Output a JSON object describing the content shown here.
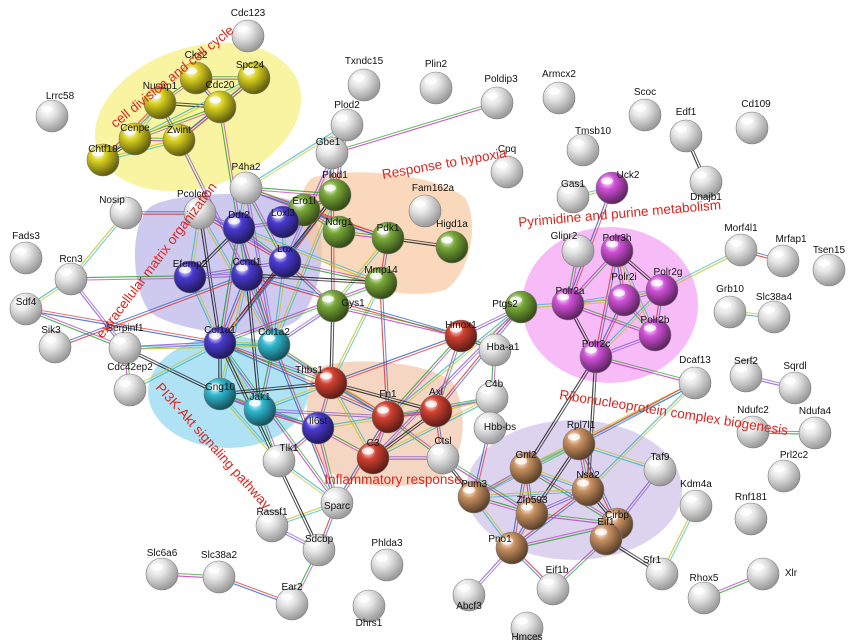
{
  "clusters": [
    {
      "label": "cell division and cell cycle",
      "color": "#f5f07a"
    },
    {
      "label": "extracellular matrix organization",
      "color": "#b9b4e8"
    },
    {
      "label": "Response to hypoxia",
      "color": "#f8c8a0"
    },
    {
      "label": "Pyrimidine and purine metabolism",
      "color": "#f3a0f3"
    },
    {
      "label": "PI3K-Akt signaling pathway",
      "color": "#8fd6f2"
    },
    {
      "label": "Inflammatory response",
      "color": "#f0c4a8"
    },
    {
      "label": "Ribonucleoprotein complex biogenesis",
      "color": "#cfc0e8"
    }
  ],
  "colors": {
    "yellow": "#d8d020",
    "purple": "#4a3ad0",
    "green": "#78a838",
    "magenta": "#d050d8",
    "cyan": "#30b8d0",
    "red": "#d04030",
    "tan": "#c89060",
    "white": "#e8e8e8"
  },
  "nodes": [
    {
      "id": "Cks2",
      "label": "Cks2",
      "color": "yellow"
    },
    {
      "id": "Nusap1",
      "label": "Nusap1",
      "color": "yellow"
    },
    {
      "id": "Cdc20",
      "label": "Cdc20",
      "color": "yellow"
    },
    {
      "id": "Spc24",
      "label": "Spc24",
      "color": "yellow"
    },
    {
      "id": "Cenpe",
      "label": "Cenpe",
      "color": "yellow"
    },
    {
      "id": "Zwint",
      "label": "Zwint",
      "color": "yellow"
    },
    {
      "id": "Chtf18",
      "label": "Chtf18",
      "color": "yellow"
    },
    {
      "id": "Cdc123",
      "label": "Cdc123",
      "color": "white"
    },
    {
      "id": "Lrrc58",
      "label": "Lrrc58",
      "color": "white"
    },
    {
      "id": "Txndc15",
      "label": "Txndc15",
      "color": "white"
    },
    {
      "id": "Plin2",
      "label": "Plin2",
      "color": "white"
    },
    {
      "id": "Poldip3",
      "label": "Poldip3",
      "color": "white"
    },
    {
      "id": "Armcx2",
      "label": "Armcx2",
      "color": "white"
    },
    {
      "id": "Scoc",
      "label": "Scoc",
      "color": "white"
    },
    {
      "id": "Edf1",
      "label": "Edf1",
      "color": "white"
    },
    {
      "id": "Cd109",
      "label": "Cd109",
      "color": "white"
    },
    {
      "id": "Dnajb1",
      "label": "Dnajb1",
      "color": "white"
    },
    {
      "id": "Tmsb10",
      "label": "Tmsb10",
      "color": "white"
    },
    {
      "id": "Cpq",
      "label": "Cpq",
      "color": "white"
    },
    {
      "id": "Gas1",
      "label": "Gas1",
      "color": "white"
    },
    {
      "id": "Uck2",
      "label": "Uck2",
      "color": "magenta"
    },
    {
      "id": "Plod2",
      "label": "Plod2",
      "color": "white"
    },
    {
      "id": "Gbe1",
      "label": "Gbe1",
      "color": "white"
    },
    {
      "id": "Plod1",
      "label": "Plod1",
      "color": "green"
    },
    {
      "id": "P4ha2",
      "label": "P4ha2",
      "color": "white"
    },
    {
      "id": "Pcolce",
      "label": "Pcolce",
      "color": "white"
    },
    {
      "id": "Ero1l",
      "label": "Ero1l",
      "color": "green"
    },
    {
      "id": "Ndrg1",
      "label": "Ndrg1",
      "color": "green"
    },
    {
      "id": "Fam162a",
      "label": "Fam162a",
      "color": "white"
    },
    {
      "id": "Pdk1",
      "label": "Pdk1",
      "color": "green"
    },
    {
      "id": "Higd1a",
      "label": "Higd1a",
      "color": "green"
    },
    {
      "id": "Loxl3",
      "label": "Loxl3",
      "color": "purple"
    },
    {
      "id": "Ddr2",
      "label": "Ddr2",
      "color": "purple"
    },
    {
      "id": "Lox",
      "label": "Lox",
      "color": "purple"
    },
    {
      "id": "Mmp14",
      "label": "Mmp14",
      "color": "green"
    },
    {
      "id": "Nosip",
      "label": "Nosip",
      "color": "white"
    },
    {
      "id": "Fads3",
      "label": "Fads3",
      "color": "white"
    },
    {
      "id": "Rcn3",
      "label": "Rcn3",
      "color": "white"
    },
    {
      "id": "Efemp2",
      "label": "Efemp2",
      "color": "purple"
    },
    {
      "id": "Ccnd1",
      "label": "Ccnd1",
      "color": "purple"
    },
    {
      "id": "Gys1",
      "label": "Gys1",
      "color": "green"
    },
    {
      "id": "Sdf4",
      "label": "Sdf4",
      "color": "white"
    },
    {
      "id": "Serpinf1",
      "label": "Serpinf1",
      "color": "white"
    },
    {
      "id": "Col1a1",
      "label": "Col1a1",
      "color": "purple"
    },
    {
      "id": "Col1a2",
      "label": "Col1a2",
      "color": "cyan"
    },
    {
      "id": "Sik3",
      "label": "Sik3",
      "color": "white"
    },
    {
      "id": "Cdc42ep2",
      "label": "Cdc42ep2",
      "color": "white"
    },
    {
      "id": "Hmox1",
      "label": "Hmox1",
      "color": "red"
    },
    {
      "id": "Ptgs2",
      "label": "Ptgs2",
      "color": "green"
    },
    {
      "id": "Glipr2",
      "label": "Glipr2",
      "color": "white"
    },
    {
      "id": "Polr3h",
      "label": "Polr3h",
      "color": "magenta"
    },
    {
      "id": "Polr2i",
      "label": "Polr2i",
      "color": "magenta"
    },
    {
      "id": "Polr2a",
      "label": "Polr2a",
      "color": "magenta"
    },
    {
      "id": "Polr2g",
      "label": "Polr2g",
      "color": "magenta"
    },
    {
      "id": "Polr2b",
      "label": "Polr2b",
      "color": "magenta"
    },
    {
      "id": "Polr2c",
      "label": "Polr2c",
      "color": "magenta"
    },
    {
      "id": "Morf4l1",
      "label": "Morf4l1",
      "color": "white"
    },
    {
      "id": "Mrfap1",
      "label": "Mrfap1",
      "color": "white"
    },
    {
      "id": "Tsen15",
      "label": "Tsen15",
      "color": "white"
    },
    {
      "id": "Grb10",
      "label": "Grb10",
      "color": "white"
    },
    {
      "id": "Slc38a4",
      "label": "Slc38a4",
      "color": "white"
    },
    {
      "id": "Serf2",
      "label": "Serf2",
      "color": "white"
    },
    {
      "id": "Sqrdl",
      "label": "Sqrdl",
      "color": "white"
    },
    {
      "id": "Gng10",
      "label": "Gng10",
      "color": "cyan"
    },
    {
      "id": "Jak1",
      "label": "Jak1",
      "color": "cyan"
    },
    {
      "id": "Thbs1",
      "label": "Thbs1",
      "color": "red"
    },
    {
      "id": "Fn1",
      "label": "Fn1",
      "color": "red"
    },
    {
      "id": "Axl",
      "label": "Axl",
      "color": "red"
    },
    {
      "id": "Hba-a1",
      "label": "Hba-a1",
      "color": "white"
    },
    {
      "id": "C4b",
      "label": "C4b",
      "color": "white"
    },
    {
      "id": "Hbb-bs",
      "label": "Hbb-bs",
      "color": "white"
    },
    {
      "id": "Il6st",
      "label": "Il6st",
      "color": "purple"
    },
    {
      "id": "C3",
      "label": "C3",
      "color": "red"
    },
    {
      "id": "Ctsl",
      "label": "Ctsl",
      "color": "white"
    },
    {
      "id": "Tlk1",
      "label": "Tlk1",
      "color": "white"
    },
    {
      "id": "Dcaf13",
      "label": "Dcaf13",
      "color": "white"
    },
    {
      "id": "Ndufc2",
      "label": "Ndufc2",
      "color": "white"
    },
    {
      "id": "Ndufa4",
      "label": "Ndufa4",
      "color": "white"
    },
    {
      "id": "Gnl2",
      "label": "Gnl2",
      "color": "tan"
    },
    {
      "id": "Rpl7l1",
      "label": "Rpl7l1",
      "color": "tan"
    },
    {
      "id": "Taf9",
      "label": "Taf9",
      "color": "white"
    },
    {
      "id": "Pum3",
      "label": "Pum3",
      "color": "tan"
    },
    {
      "id": "Zfp593",
      "label": "Zfp593",
      "color": "tan"
    },
    {
      "id": "Nsa2",
      "label": "Nsa2",
      "color": "tan"
    },
    {
      "id": "Cirbp",
      "label": "Cirbp",
      "color": "tan"
    },
    {
      "id": "Prl2c2",
      "label": "Prl2c2",
      "color": "white"
    },
    {
      "id": "Kdm4a",
      "label": "Kdm4a",
      "color": "white"
    },
    {
      "id": "Rnf181",
      "label": "Rnf181",
      "color": "white"
    },
    {
      "id": "Rassf1",
      "label": "Rassf1",
      "color": "white"
    },
    {
      "id": "Sparc",
      "label": "Sparc",
      "color": "white"
    },
    {
      "id": "Sdcbp",
      "label": "Sdcbp",
      "color": "white"
    },
    {
      "id": "Pno1",
      "label": "Pno1",
      "color": "tan"
    },
    {
      "id": "Eif1",
      "label": "Eif1",
      "color": "tan"
    },
    {
      "id": "Sfr1",
      "label": "Sfr1",
      "color": "white"
    },
    {
      "id": "Xlr",
      "label": "Xlr",
      "color": "white"
    },
    {
      "id": "Slc6a6",
      "label": "Slc6a6",
      "color": "white"
    },
    {
      "id": "Slc38a2",
      "label": "Slc38a2",
      "color": "white"
    },
    {
      "id": "Ear2",
      "label": "Ear2",
      "color": "white"
    },
    {
      "id": "Phlda3",
      "label": "Phlda3",
      "color": "white"
    },
    {
      "id": "Dhrs1",
      "label": "Dhrs1",
      "color": "white"
    },
    {
      "id": "Abcf3",
      "label": "Abcf3",
      "color": "white"
    },
    {
      "id": "Eif1b",
      "label": "Eif1b",
      "color": "white"
    },
    {
      "id": "Hmces",
      "label": "Hmces",
      "color": "white"
    },
    {
      "id": "Rhox5",
      "label": "Rhox5",
      "color": "white"
    }
  ],
  "edges": [
    [
      "Cks2",
      "Nusap1"
    ],
    [
      "Cks2",
      "Cdc20"
    ],
    [
      "Cks2",
      "Spc24"
    ],
    [
      "Nusap1",
      "Cdc20"
    ],
    [
      "Nusap1",
      "Cenpe"
    ],
    [
      "Nusap1",
      "Zwint"
    ],
    [
      "Cdc20",
      "Spc24"
    ],
    [
      "Cdc20",
      "Zwint"
    ],
    [
      "Cdc20",
      "Cenpe"
    ],
    [
      "Spc24",
      "Zwint"
    ],
    [
      "Cenpe",
      "Zwint"
    ],
    [
      "Cenpe",
      "Chtf18"
    ],
    [
      "Zwint",
      "Chtf18"
    ],
    [
      "Nusap1",
      "Chtf18"
    ],
    [
      "Spc24",
      "Cenpe"
    ],
    [
      "Zwint",
      "Ccnd1"
    ],
    [
      "Cdc20",
      "Ccnd1"
    ],
    [
      "Gbe1",
      "Gys1"
    ],
    [
      "Gbe1",
      "Poldip3"
    ],
    [
      "Edf1",
      "Dnajb1"
    ],
    [
      "Gas1",
      "Uck2"
    ],
    [
      "Plod2",
      "Plod1"
    ],
    [
      "Plod2",
      "P4ha2"
    ],
    [
      "Plod2",
      "Lox"
    ],
    [
      "Plod1",
      "P4ha2"
    ],
    [
      "Plod1",
      "Lox"
    ],
    [
      "Plod1",
      "Loxl3"
    ],
    [
      "Plod1",
      "Col1a1"
    ],
    [
      "Plod1",
      "Col1a2"
    ],
    [
      "Plod1",
      "Ero1l"
    ],
    [
      "P4ha2",
      "Col1a1"
    ],
    [
      "P4ha2",
      "Col1a2"
    ],
    [
      "P4ha2",
      "Lox"
    ],
    [
      "P4ha2",
      "Pdk1"
    ],
    [
      "P4ha2",
      "Ero1l"
    ],
    [
      "Pcolce",
      "Col1a1"
    ],
    [
      "Pcolce",
      "Col1a2"
    ],
    [
      "Pcolce",
      "Lox"
    ],
    [
      "Pcolce",
      "Efemp2"
    ],
    [
      "Pcolce",
      "Ddr2"
    ],
    [
      "Ero1l",
      "Ndrg1"
    ],
    [
      "Ero1l",
      "Pdk1"
    ],
    [
      "Ndrg1",
      "Pdk1"
    ],
    [
      "Pdk1",
      "Higd1a"
    ],
    [
      "Pdk1",
      "Gys1"
    ],
    [
      "Pdk1",
      "Mmp14"
    ],
    [
      "Loxl3",
      "Lox"
    ],
    [
      "Loxl3",
      "Ddr2"
    ],
    [
      "Ddr2",
      "Col1a1"
    ],
    [
      "Ddr2",
      "Col1a2"
    ],
    [
      "Ddr2",
      "Lox"
    ],
    [
      "Ddr2",
      "Efemp2"
    ],
    [
      "Ddr2",
      "Mmp14"
    ],
    [
      "Lox",
      "Col1a1"
    ],
    [
      "Lox",
      "Col1a2"
    ],
    [
      "Lox",
      "Efemp2"
    ],
    [
      "Lox",
      "Mmp14"
    ],
    [
      "Lox",
      "Gys1"
    ],
    [
      "Mmp14",
      "Col1a1"
    ],
    [
      "Mmp14",
      "Ccnd1"
    ],
    [
      "Mmp14",
      "Thbs1"
    ],
    [
      "Mmp14",
      "Fn1"
    ],
    [
      "Efemp2",
      "Col1a1"
    ],
    [
      "Efemp2",
      "Ccnd1"
    ],
    [
      "Efemp2",
      "Rcn3"
    ],
    [
      "Ccnd1",
      "Col1a1"
    ],
    [
      "Ccnd1",
      "Col1a2"
    ],
    [
      "Ccnd1",
      "Jak1"
    ],
    [
      "Ccnd1",
      "Gng10"
    ],
    [
      "Ccnd1",
      "Hmox1"
    ],
    [
      "Col1a1",
      "Col1a2"
    ],
    [
      "Col1a1",
      "Serpinf1"
    ],
    [
      "Col1a1",
      "Thbs1"
    ],
    [
      "Col1a1",
      "Fn1"
    ],
    [
      "Col1a1",
      "Sparc"
    ],
    [
      "Col1a1",
      "Gng10"
    ],
    [
      "Col1a1",
      "Jak1"
    ],
    [
      "Col1a2",
      "Thbs1"
    ],
    [
      "Col1a2",
      "Fn1"
    ],
    [
      "Col1a2",
      "Gys1"
    ],
    [
      "Col1a2",
      "Jak1"
    ],
    [
      "Col1a2",
      "Sparc"
    ],
    [
      "Gys1",
      "Hmox1"
    ],
    [
      "Gys1",
      "Thbs1"
    ],
    [
      "Nosip",
      "Rcn3"
    ],
    [
      "Nosip",
      "Pcolce"
    ],
    [
      "Rcn3",
      "Sdf4"
    ],
    [
      "Rcn3",
      "Serpinf1"
    ],
    [
      "Sdf4",
      "Serpinf1"
    ],
    [
      "Sdf4",
      "Col1a1"
    ],
    [
      "Serpinf1",
      "Cdc42ep2"
    ],
    [
      "Serpinf1",
      "Gng10"
    ],
    [
      "Serpinf1",
      "Col1a2"
    ],
    [
      "Sik3",
      "Ccnd1"
    ],
    [
      "Cdc42ep2",
      "Col1a1"
    ],
    [
      "Hmox1",
      "Ptgs2"
    ],
    [
      "Hmox1",
      "Fn1"
    ],
    [
      "Hmox1",
      "Thbs1"
    ],
    [
      "Hmox1",
      "Axl"
    ],
    [
      "Hmox1",
      "Hba-a1"
    ],
    [
      "Ptgs2",
      "Polr2a"
    ],
    [
      "Ptgs2",
      "Axl"
    ],
    [
      "Ptgs2",
      "Fn1"
    ],
    [
      "Ptgs2",
      "C3"
    ],
    [
      "Hba-a1",
      "Hbb-bs"
    ],
    [
      "Polr3h",
      "Polr2i"
    ],
    [
      "Polr3h",
      "Polr2a"
    ],
    [
      "Polr3h",
      "Polr2g"
    ],
    [
      "Polr3h",
      "Polr2b"
    ],
    [
      "Polr3h",
      "Polr2c"
    ],
    [
      "Polr2i",
      "Polr2a"
    ],
    [
      "Polr2i",
      "Polr2g"
    ],
    [
      "Polr2i",
      "Polr2b"
    ],
    [
      "Polr2i",
      "Polr2c"
    ],
    [
      "Polr2a",
      "Polr2b"
    ],
    [
      "Polr2a",
      "Polr2c"
    ],
    [
      "Polr2a",
      "Polr2g"
    ],
    [
      "Polr2g",
      "Polr2b"
    ],
    [
      "Polr2g",
      "Polr2c"
    ],
    [
      "Polr2b",
      "Polr2c"
    ],
    [
      "Glipr2",
      "Polr2a"
    ],
    [
      "Uck2",
      "Polr2a"
    ],
    [
      "Polr2c",
      "Dcaf13"
    ],
    [
      "Polr2c",
      "Nsa2"
    ],
    [
      "Polr2g",
      "Morf4l1"
    ],
    [
      "Morf4l1",
      "Mrfap1"
    ],
    [
      "Grb10",
      "Slc38a4"
    ],
    [
      "Serf2",
      "Sqrdl"
    ],
    [
      "Ndufc2",
      "Ndufa4"
    ],
    [
      "Gng10",
      "Jak1"
    ],
    [
      "Gng10",
      "Il6st"
    ],
    [
      "Gng10",
      "Thbs1"
    ],
    [
      "Gng10",
      "Tlk1"
    ],
    [
      "Jak1",
      "Il6st"
    ],
    [
      "Jak1",
      "Thbs1"
    ],
    [
      "Jak1",
      "Fn1"
    ],
    [
      "Jak1",
      "Tlk1"
    ],
    [
      "Thbs1",
      "Fn1"
    ],
    [
      "Thbs1",
      "Il6st"
    ],
    [
      "Thbs1",
      "Axl"
    ],
    [
      "Thbs1",
      "C3"
    ],
    [
      "Fn1",
      "Axl"
    ],
    [
      "Fn1",
      "Il6st"
    ],
    [
      "Fn1",
      "C3"
    ],
    [
      "Fn1",
      "Ctsl"
    ],
    [
      "Fn1",
      "Sparc"
    ],
    [
      "Fn1",
      "C4b"
    ],
    [
      "Axl",
      "C3"
    ],
    [
      "Axl",
      "C4b"
    ],
    [
      "Axl",
      "Ctsl"
    ],
    [
      "C3",
      "C4b"
    ],
    [
      "C3",
      "Ctsl"
    ],
    [
      "C3",
      "Il6st"
    ],
    [
      "Il6st",
      "Tlk1"
    ],
    [
      "Il6st",
      "Sparc"
    ],
    [
      "Ctsl",
      "Pum3"
    ],
    [
      "Sparc",
      "Rassf1"
    ],
    [
      "Sparc",
      "Sdcbp"
    ],
    [
      "Sparc",
      "Tlk1"
    ],
    [
      "Rassf1",
      "Sdcbp"
    ],
    [
      "Sdcbp",
      "Ear2"
    ],
    [
      "Slc38a2",
      "Ear2"
    ],
    [
      "Slc6a6",
      "Slc38a2"
    ],
    [
      "Sdcbp",
      "Col1a1"
    ],
    [
      "Gnl2",
      "Rpl7l1"
    ],
    [
      "Gnl2",
      "Zfp593"
    ],
    [
      "Gnl2",
      "Nsa2"
    ],
    [
      "Gnl2",
      "Pum3"
    ],
    [
      "Gnl2",
      "Cirbp"
    ],
    [
      "Gnl2",
      "Pno1"
    ],
    [
      "Rpl7l1",
      "Nsa2"
    ],
    [
      "Rpl7l1",
      "Zfp593"
    ],
    [
      "Rpl7l1",
      "Pum3"
    ],
    [
      "Rpl7l1",
      "Cirbp"
    ],
    [
      "Rpl7l1",
      "Taf9"
    ],
    [
      "Zfp593",
      "Nsa2"
    ],
    [
      "Zfp593",
      "Pum3"
    ],
    [
      "Zfp593",
      "Pno1"
    ],
    [
      "Zfp593",
      "Cirbp"
    ],
    [
      "Nsa2",
      "Cirbp"
    ],
    [
      "Nsa2",
      "Pum3"
    ],
    [
      "Nsa2",
      "Pno1"
    ],
    [
      "Pum3",
      "Pno1"
    ],
    [
      "Pno1",
      "Abcf3"
    ],
    [
      "Pno1",
      "Cirbp"
    ],
    [
      "Cirbp",
      "Eif1"
    ],
    [
      "Eif1",
      "Eif1b"
    ],
    [
      "Eif1",
      "Sfr1"
    ],
    [
      "Dcaf13",
      "Gnl2"
    ],
    [
      "Dcaf13",
      "Rpl7l1"
    ],
    [
      "Dcaf13",
      "Nsa2"
    ],
    [
      "Taf9",
      "Cirbp"
    ],
    [
      "Rhox5",
      "Xlr"
    ],
    [
      "Hbb-bs",
      "Pum3"
    ],
    [
      "Ctsl",
      "Zfp593"
    ],
    [
      "Polr2c",
      "Gnl2"
    ],
    [
      "Kdm4a",
      "Sfr1"
    ],
    [
      "Eif1b",
      "Pno1"
    ]
  ]
}
